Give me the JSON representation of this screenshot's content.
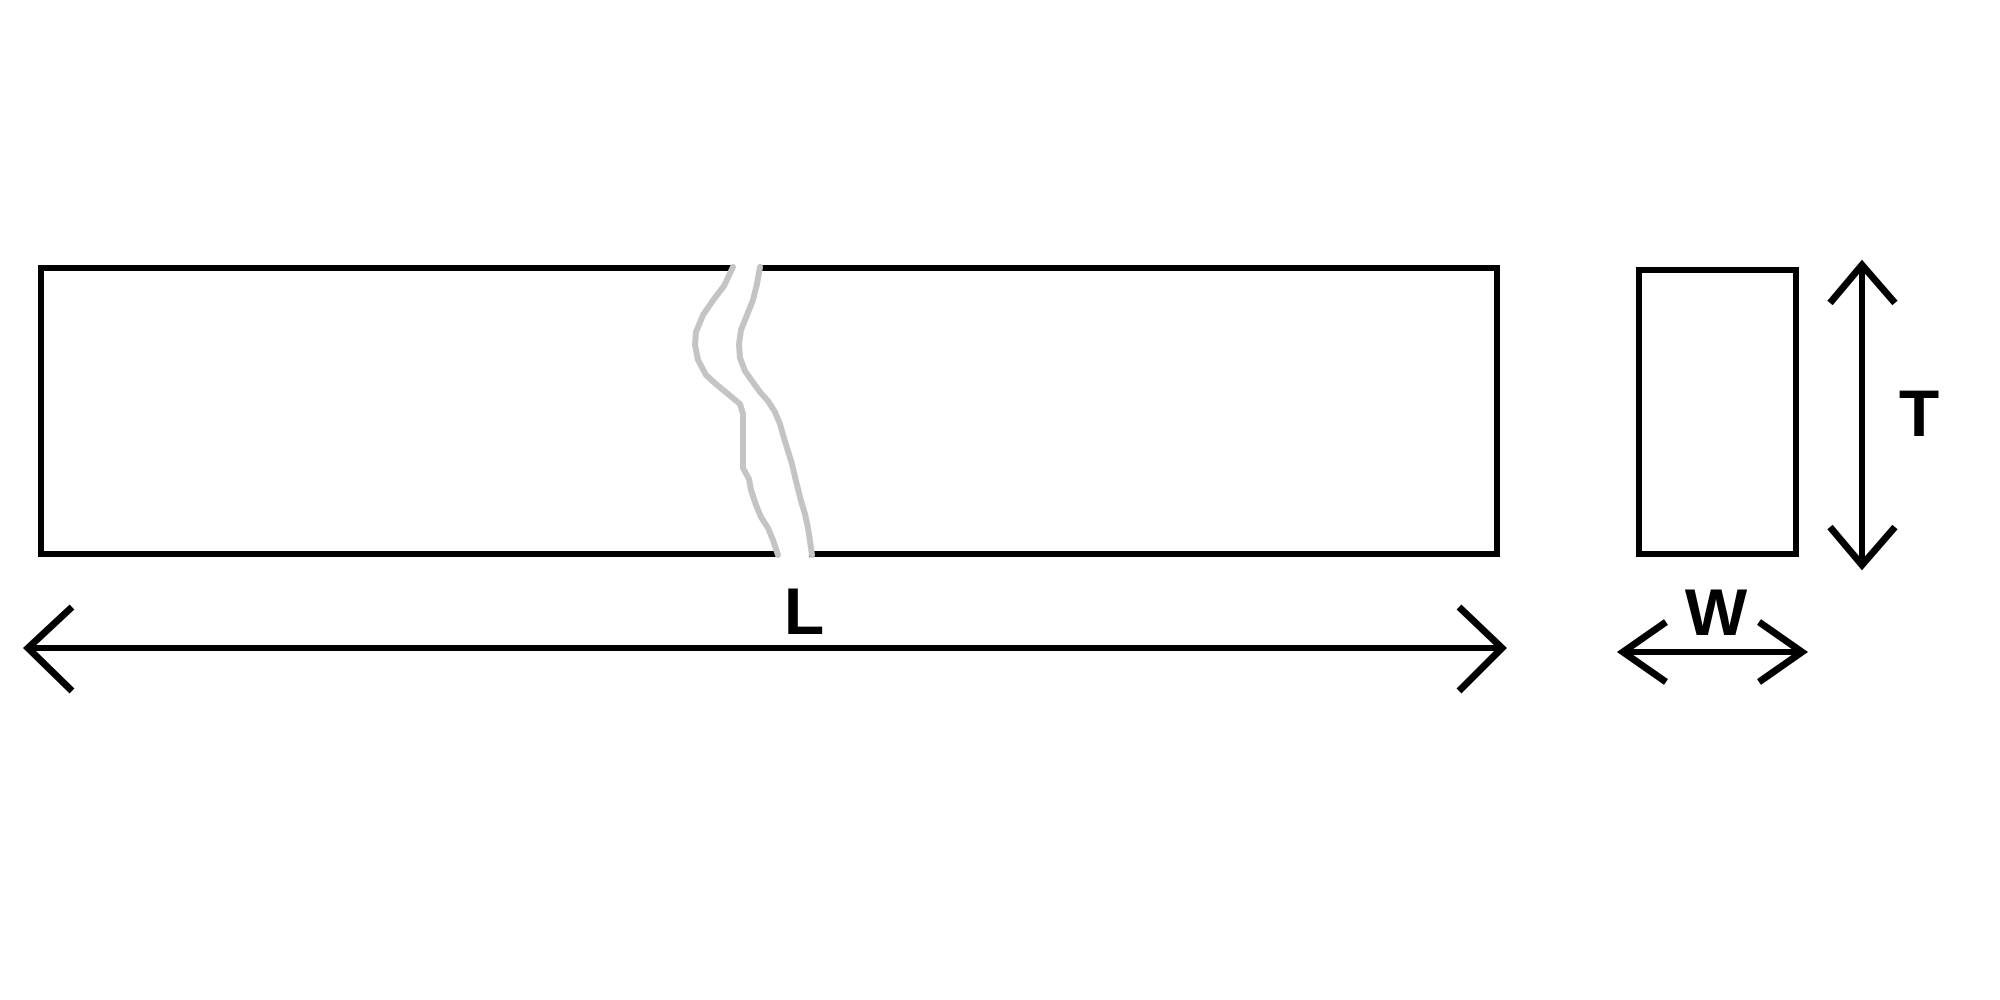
{
  "figure": {
    "colors": {
      "ink": "#000000",
      "break": "#c4c4c4",
      "background": "#ffffff"
    },
    "icons": {
      "length_arrow": "double-arrow-horizontal",
      "thickness_arrow": "double-arrow-vertical",
      "width_arrow": "double-arrow-horizontal",
      "break_mark": "wavy-break-lines"
    }
  },
  "labels": {
    "length": "L",
    "thickness": "T",
    "width": "W"
  }
}
